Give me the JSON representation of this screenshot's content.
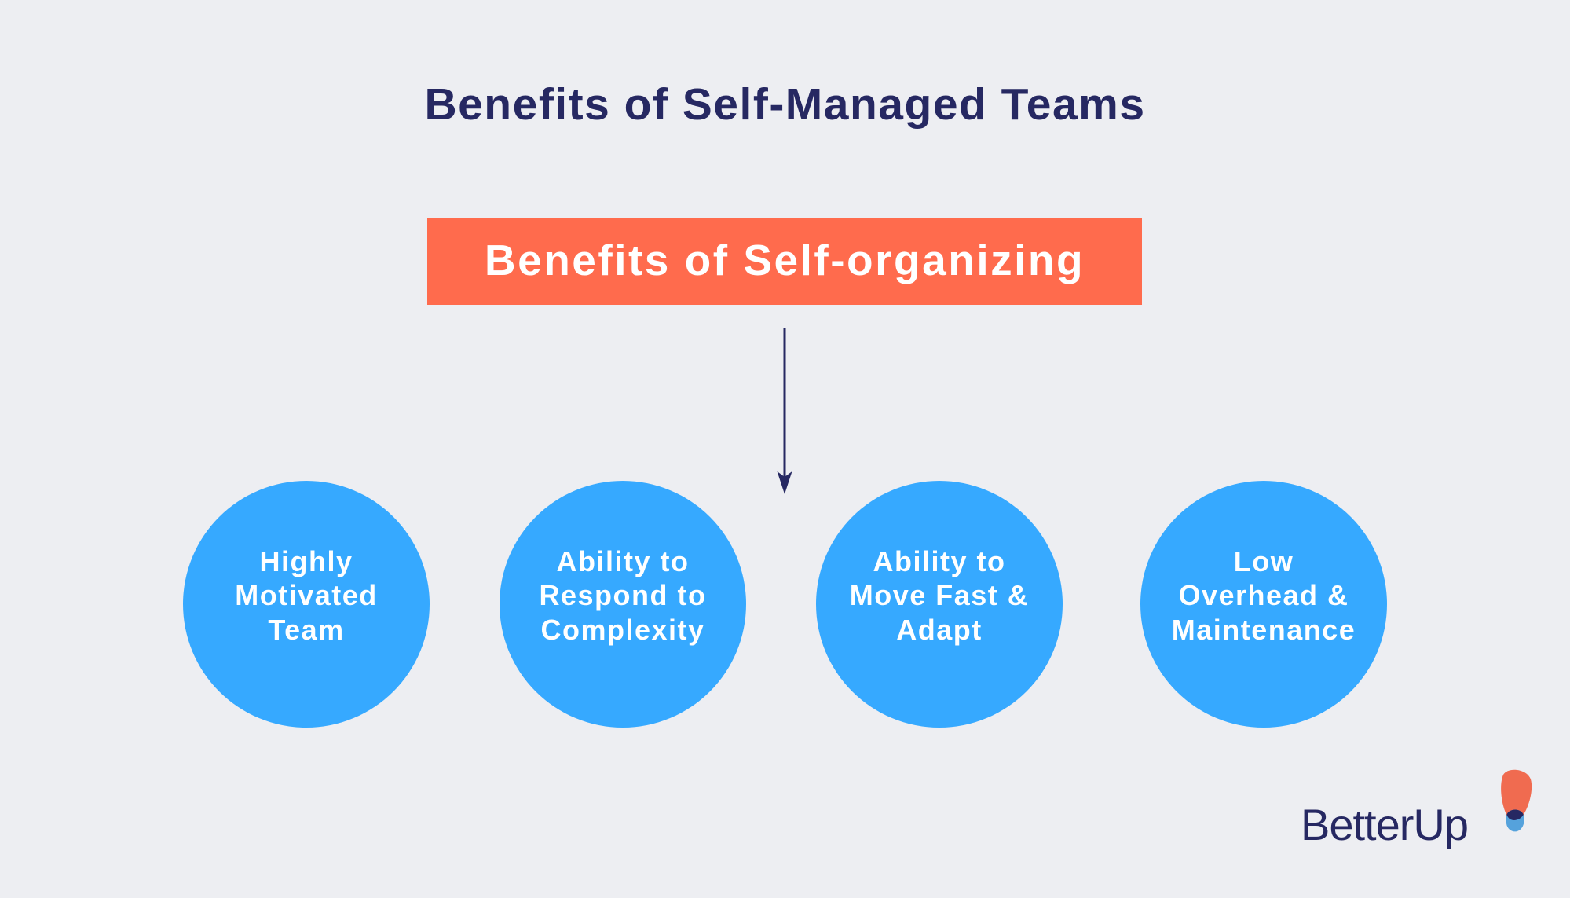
{
  "title": "Benefits of Self-Managed Teams",
  "header_box": {
    "label": "Benefits of Self-organizing",
    "color": "#ff6b4d"
  },
  "arrow": {
    "direction": "down",
    "color": "#262862"
  },
  "benefits": [
    {
      "lines": [
        "Highly",
        "Motivated",
        "Team"
      ],
      "label": "Highly Motivated Team"
    },
    {
      "lines": [
        "Ability to",
        "Respond to",
        "Complexity"
      ],
      "label": "Ability to Respond to Complexity"
    },
    {
      "lines": [
        "Ability to",
        "Move Fast &",
        "Adapt"
      ],
      "label": "Ability to Move Fast & Adapt"
    },
    {
      "lines": [
        "Low",
        "Overhead &",
        "Maintenance"
      ],
      "label": "Low Overhead & Maintenance"
    }
  ],
  "logo": {
    "text": "BetterUp",
    "icon": "betterup-drop-icon"
  },
  "colors": {
    "background": "#edeef2",
    "navy": "#262862",
    "orange": "#ff6b4d",
    "blue": "#36a9ff",
    "logo_orange": "#f06b50",
    "logo_blue": "#55a2dc"
  }
}
